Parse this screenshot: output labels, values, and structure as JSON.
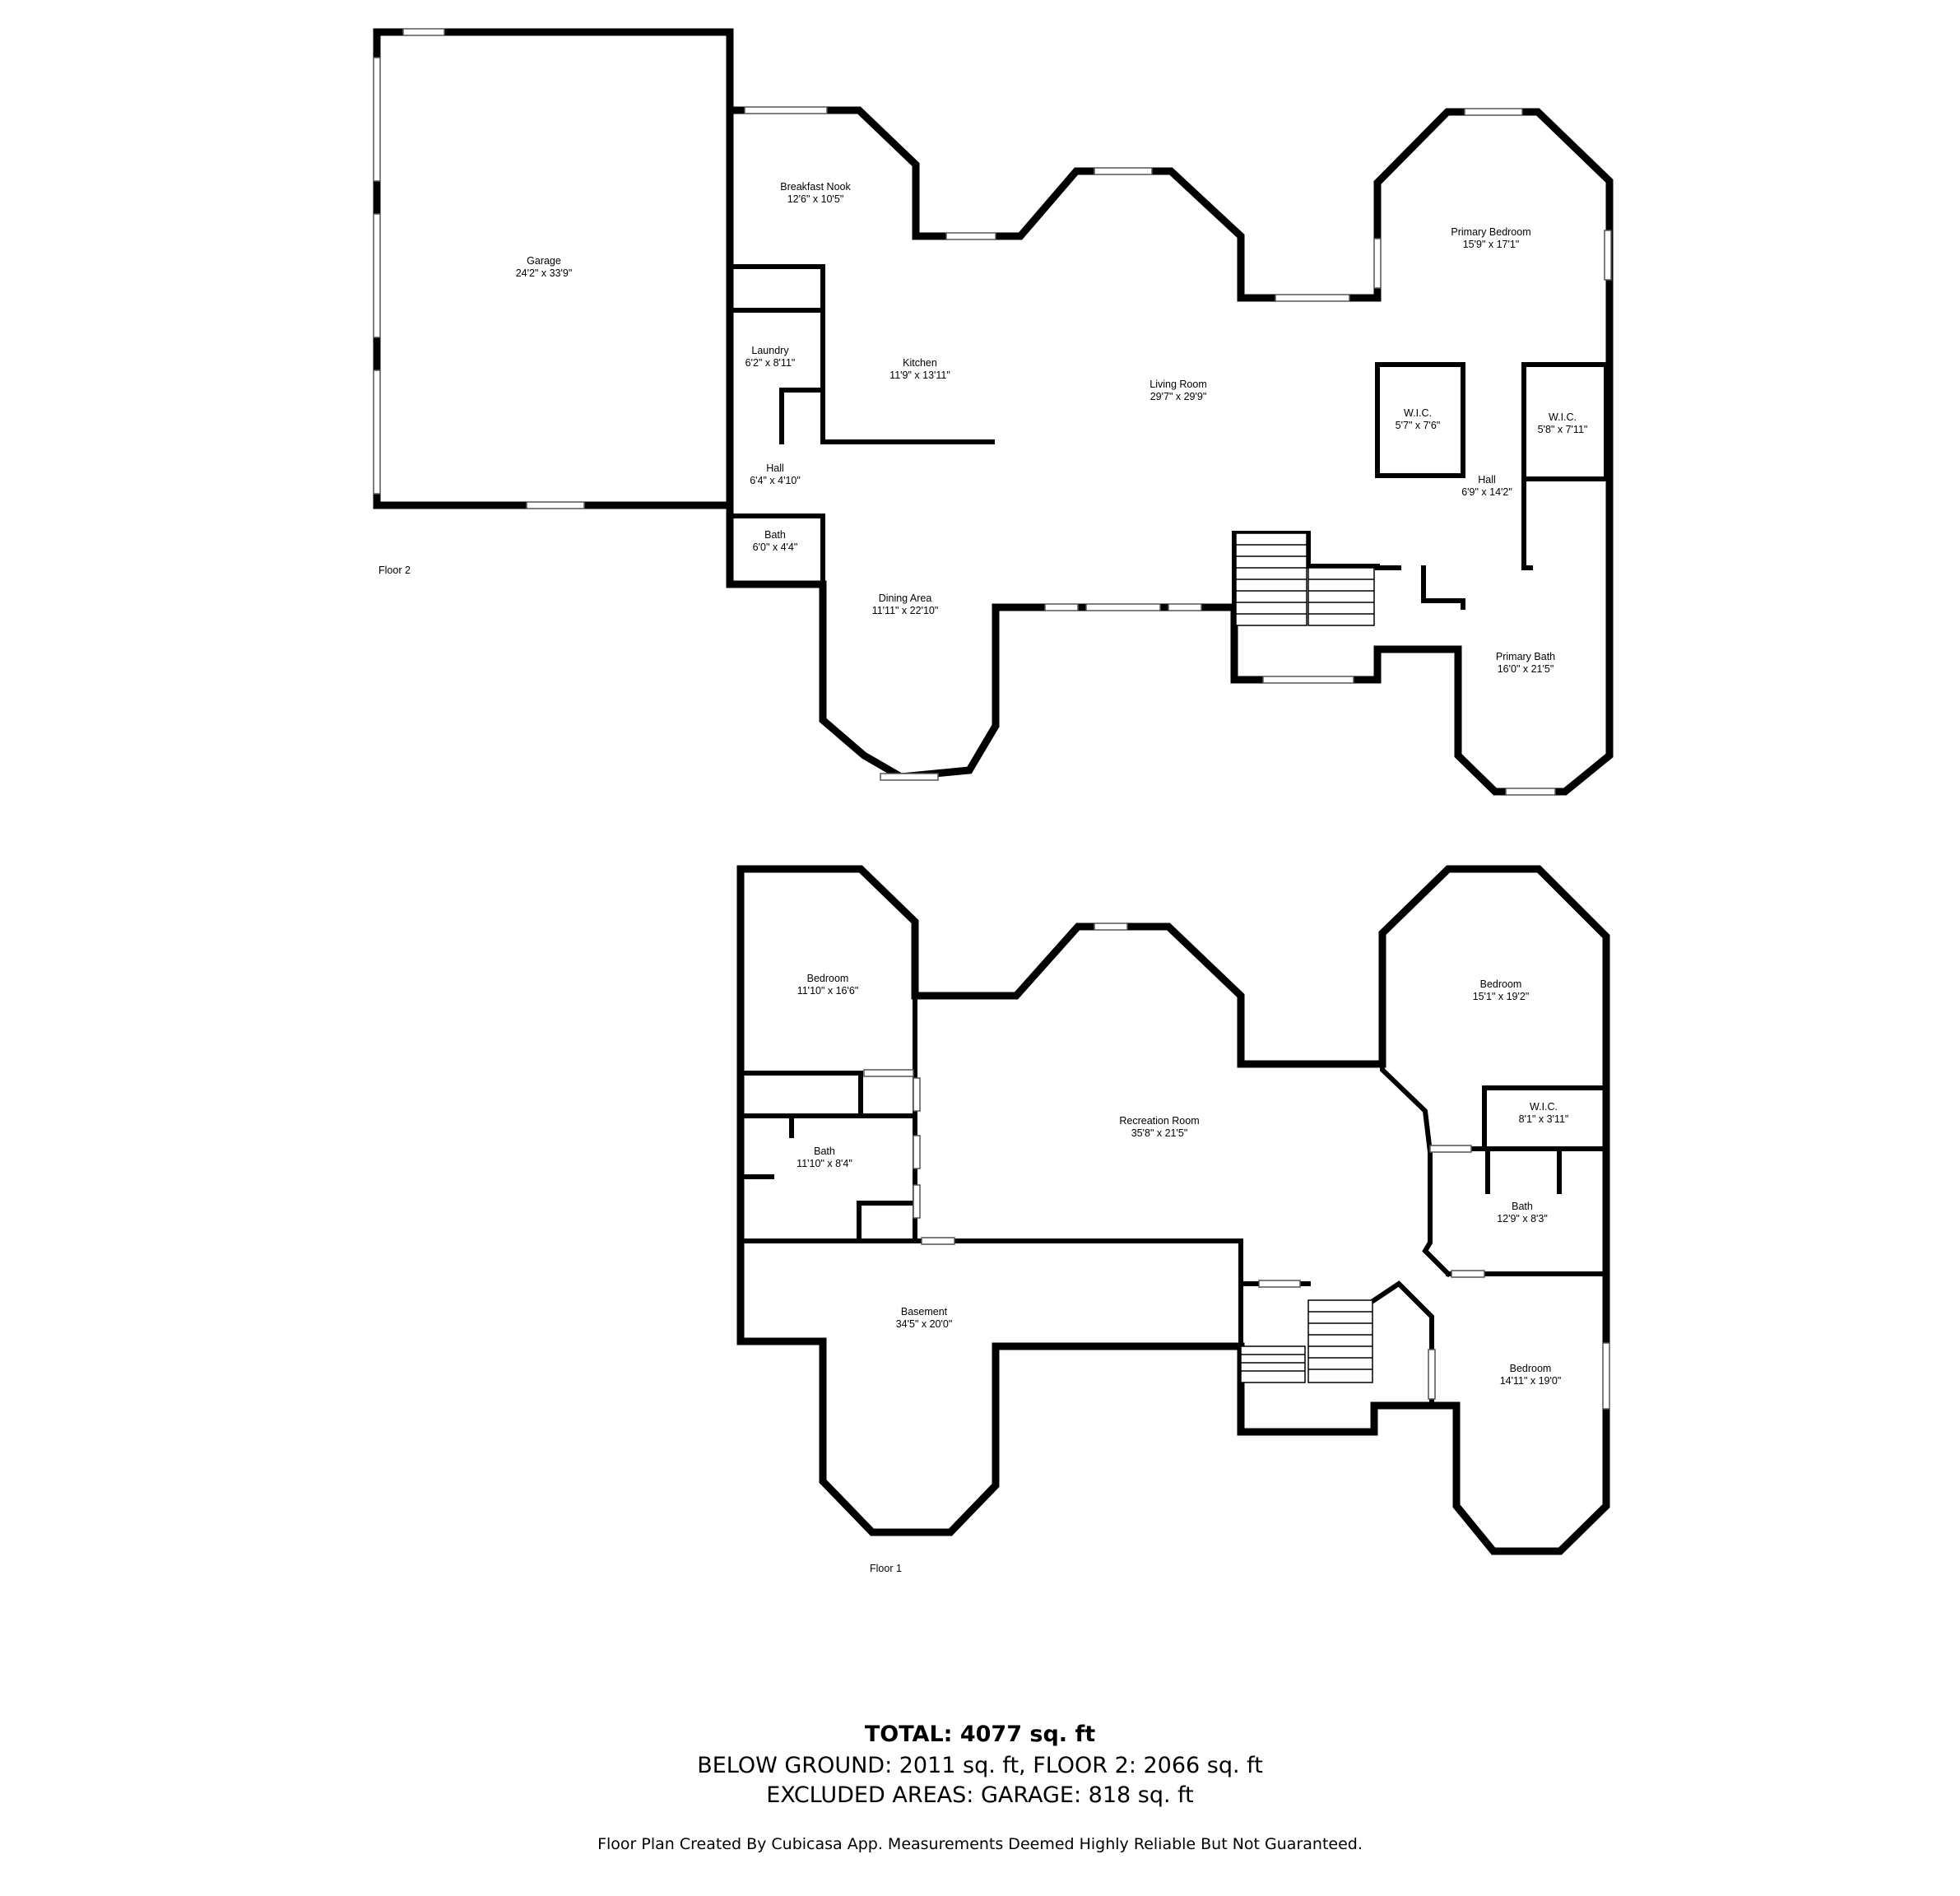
{
  "floors": {
    "floor2": {
      "label": "Floor 2"
    },
    "floor1": {
      "label": "Floor 1"
    }
  },
  "rooms": {
    "garage": {
      "name": "Garage",
      "dims": "24'2\" x 33'9\""
    },
    "breakfast_nook": {
      "name": "Breakfast Nook",
      "dims": "12'6\" x 10'5\""
    },
    "laundry": {
      "name": "Laundry",
      "dims": "6'2\" x 8'11\""
    },
    "kitchen": {
      "name": "Kitchen",
      "dims": "11'9\" x 13'11\""
    },
    "living_room": {
      "name": "Living Room",
      "dims": "29'7\" x 29'9\""
    },
    "primary_bedroom": {
      "name": "Primary Bedroom",
      "dims": "15'9\" x 17'1\""
    },
    "wic_left": {
      "name": "W.I.C.",
      "dims": "5'7\" x 7'6\""
    },
    "wic_right": {
      "name": "W.I.C.",
      "dims": "5'8\" x 7'11\""
    },
    "hall_left": {
      "name": "Hall",
      "dims": "6'4\" x 4'10\""
    },
    "hall_right": {
      "name": "Hall",
      "dims": "6'9\" x 14'2\""
    },
    "bath_upper": {
      "name": "Bath",
      "dims": "6'0\" x 4'4\""
    },
    "dining_area": {
      "name": "Dining Area",
      "dims": "11'11\" x 22'10\""
    },
    "primary_bath": {
      "name": "Primary Bath",
      "dims": "16'0\" x 21'5\""
    },
    "bedroom_left": {
      "name": "Bedroom",
      "dims": "11'10\" x 16'6\""
    },
    "bath_lower_left": {
      "name": "Bath",
      "dims": "11'10\" x 8'4\""
    },
    "recreation_room": {
      "name": "Recreation Room",
      "dims": "35'8\" x 21'5\""
    },
    "bedroom_right_top": {
      "name": "Bedroom",
      "dims": "15'1\" x 19'2\""
    },
    "wic_lower": {
      "name": "W.I.C.",
      "dims": "8'1\" x 3'11\""
    },
    "bath_lower_right": {
      "name": "Bath",
      "dims": "12'9\" x 8'3\""
    },
    "basement": {
      "name": "Basement",
      "dims": "34'5\" x 20'0\""
    },
    "bedroom_right_bottom": {
      "name": "Bedroom",
      "dims": "14'11\" x 19'0\""
    }
  },
  "summary": {
    "total_label": "TOTAL:",
    "total_value": "4077 sq. ft",
    "areas_line": "BELOW GROUND: 2011 sq. ft, FLOOR 2: 2066 sq. ft",
    "excluded_line": "EXCLUDED AREAS: GARAGE: 818 sq. ft",
    "disclaimer": "Floor Plan Created By Cubicasa App. Measurements Deemed Highly Reliable But Not Guaranteed."
  }
}
